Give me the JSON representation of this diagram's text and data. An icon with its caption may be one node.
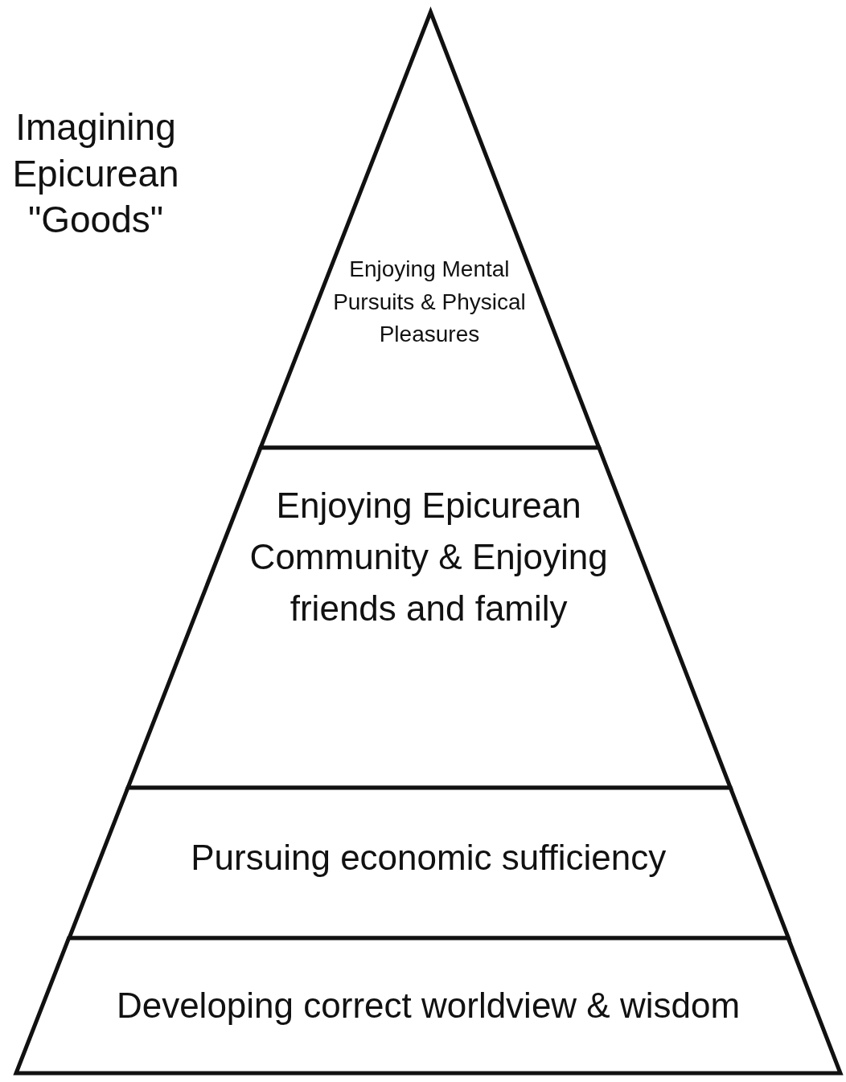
{
  "diagram": {
    "title": "Imagining Epicurean \"Goods\"",
    "nodes": [
      {
        "text": [
          "Enjoying Mental Pursuits & Physical Pleasures"
        ]
      },
      {
        "text": [
          "Enjoying Epicurean Community & Enjoying friends and family"
        ]
      },
      {
        "text": [
          "Pursuing economic sufficiency"
        ]
      },
      {
        "text": [
          "Developing correct worldview & wisdom"
        ]
      }
    ],
    "edges": []
  }
}
